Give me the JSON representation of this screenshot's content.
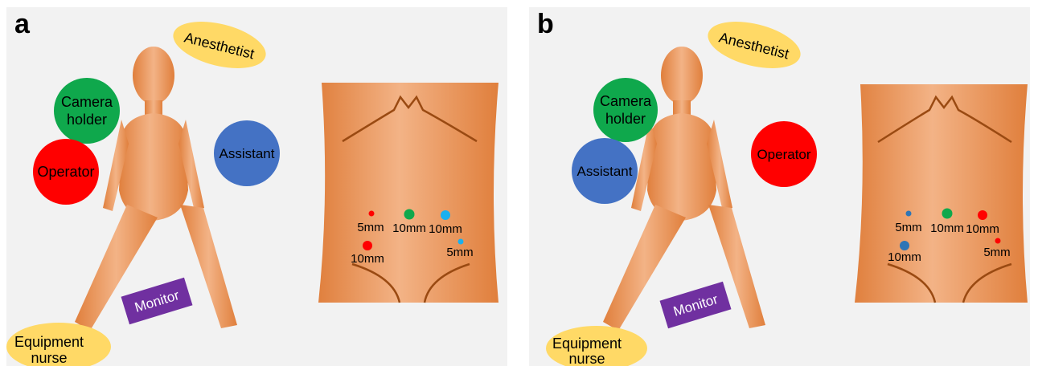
{
  "panels": [
    {
      "id": "a",
      "label": "a",
      "roles": {
        "anesthetist": "Anesthetist",
        "camera_holder_line1": "Camera",
        "camera_holder_line2": "holder",
        "operator": "Operator",
        "assistant": "Assistant",
        "monitor": "Monitor",
        "equipment_nurse_line1": "Equipment",
        "equipment_nurse_line2": "nurse"
      },
      "role_colors": {
        "camera_holder": "#0fa84c",
        "operator": "#ff0000",
        "assistant": "#4472c4"
      },
      "ports": [
        {
          "label": "5mm",
          "color": "#ff0000"
        },
        {
          "label": "10mm",
          "color": "#0fa84c"
        },
        {
          "label": "10mm",
          "color": "#1ab0ef"
        },
        {
          "label": "10mm",
          "color": "#ff0000"
        },
        {
          "label": "5mm",
          "color": "#1ab0ef"
        }
      ]
    },
    {
      "id": "b",
      "label": "b",
      "roles": {
        "anesthetist": "Anesthetist",
        "camera_holder_line1": "Camera",
        "camera_holder_line2": "holder",
        "operator": "Operator",
        "assistant": "Assistant",
        "monitor": "Monitor",
        "equipment_nurse_line1": "Equipment",
        "equipment_nurse_line2": "nurse"
      },
      "role_colors": {
        "camera_holder": "#0fa84c",
        "operator": "#ff0000",
        "assistant": "#4472c4"
      },
      "ports": [
        {
          "label": "5mm",
          "color": "#2e75b6"
        },
        {
          "label": "10mm",
          "color": "#0fa84c"
        },
        {
          "label": "10mm",
          "color": "#ff0000"
        },
        {
          "label": "10mm",
          "color": "#2e75b6"
        },
        {
          "label": "5mm",
          "color": "#ff0000"
        }
      ]
    }
  ],
  "colors": {
    "skin_light": "#f3b386",
    "skin_dark": "#e07f3c",
    "yellow_label": "#ffd966",
    "monitor": "#7030a0",
    "background": "#f2f2f2"
  }
}
